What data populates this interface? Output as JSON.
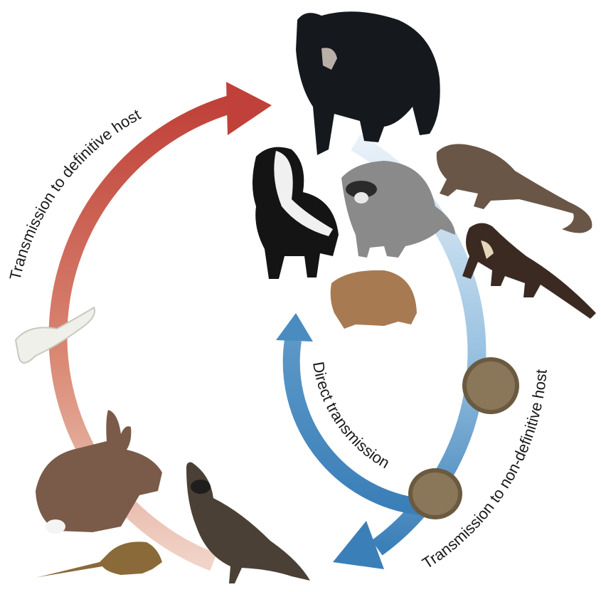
{
  "labels": {
    "definitive": "Transmission to definitive host",
    "direct": "Direct transmission",
    "non_definitive": "Transmission to non-definitive host"
  },
  "colors": {
    "red_arrow": "#c0413a",
    "red_arrow_light": "#e8b6a2",
    "blue_arrow": "#3b7fb8",
    "blue_arrow_light": "#d8e8f4",
    "bear": "#15181c",
    "raccoon": "#8a8a8a",
    "rabbit": "#7a5a48",
    "egg": "#6b5a40"
  },
  "icons": [
    "bear-icon",
    "skunk-icon",
    "raccoon-icon",
    "woodchuck-icon",
    "kinkajou-icon",
    "fisher-icon",
    "rabbit-icon",
    "quail-icon",
    "mouse-icon",
    "larva-icon",
    "egg-icon"
  ]
}
